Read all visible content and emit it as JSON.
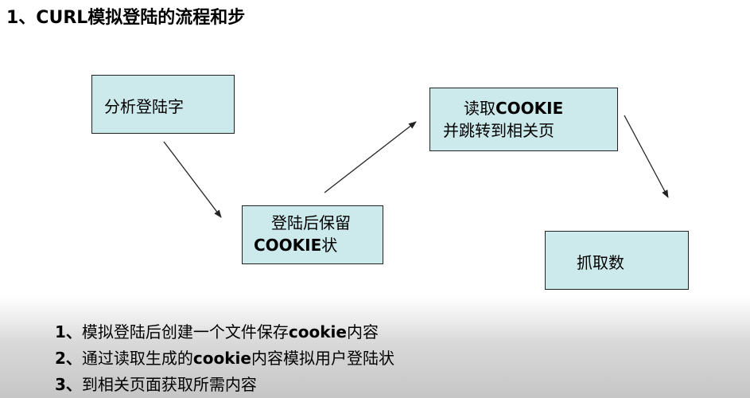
{
  "title": "1、CURL模拟登陆的流程和步",
  "flow": {
    "step1": "分析登陆字",
    "step2": {
      "line1": "登陆后保留",
      "line2_bold": "COOKIE",
      "line2_rest": "状"
    },
    "step3": {
      "line1_pre": "读取",
      "line1_bold": "COOKIE",
      "line2": "并跳转到相关页"
    },
    "step4": "抓取数"
  },
  "notes": [
    {
      "num": "1、",
      "pre": "模拟登陆后创建一个文件保存",
      "kw": "cookie",
      "post": "内容"
    },
    {
      "num": "2、",
      "pre": "通过读取生成的",
      "kw": "cookie",
      "post": "内容模拟用户登陆状"
    },
    {
      "num": "3、",
      "pre": "到相关页面获取所需内容",
      "kw": "",
      "post": ""
    }
  ],
  "colors": {
    "box_fill": "#cce9ec",
    "box_border": "#222222",
    "arrow": "#222222"
  }
}
